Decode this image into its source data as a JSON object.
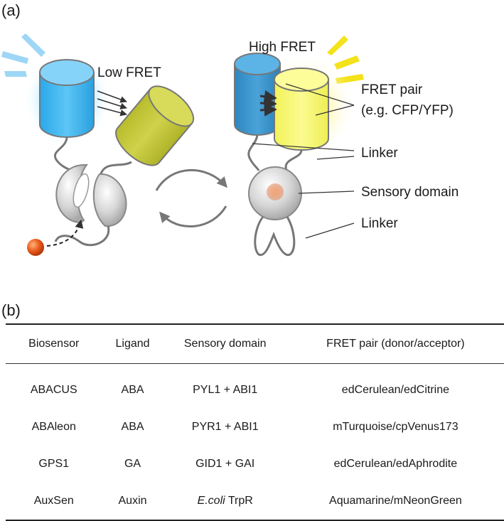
{
  "panel_a": {
    "label": "(a)",
    "low_fret": "Low FRET",
    "high_fret": "High FRET",
    "fret_pair_line1": "FRET pair",
    "fret_pair_line2": "(e.g. CFP/YFP)",
    "linker_top": "Linker",
    "sensory_domain": "Sensory domain",
    "linker_bottom": "Linker",
    "colors": {
      "cfp": "#3cb4ee",
      "yfp_low": "#c4c93a",
      "yfp_high": "#f4f56a",
      "glow_blue": "#8fd8ff",
      "glow_yellow": "#fff3a0",
      "ligand": "#e8581a"
    }
  },
  "panel_b": {
    "label": "(b)",
    "headers": [
      "Biosensor",
      "Ligand",
      "Sensory domain",
      "FRET pair (donor/acceptor)"
    ],
    "rows": [
      {
        "biosensor": "ABACUS",
        "ligand": "ABA",
        "domain_italic": "",
        "domain": "PYL1 + ABI1",
        "fret_pair": "edCerulean/edCitrine"
      },
      {
        "biosensor": "ABAleon",
        "ligand": "ABA",
        "domain_italic": "",
        "domain": "PYR1 + ABI1",
        "fret_pair": "mTurquoise/cpVenus173"
      },
      {
        "biosensor": "GPS1",
        "ligand": "GA",
        "domain_italic": "",
        "domain": "GID1 + GAI",
        "fret_pair": "edCerulean/edAphrodite"
      },
      {
        "biosensor": "AuxSen",
        "ligand": "Auxin",
        "domain_italic": "E.coli",
        "domain": " TrpR",
        "fret_pair": "Aquamarine/mNeonGreen"
      }
    ]
  }
}
